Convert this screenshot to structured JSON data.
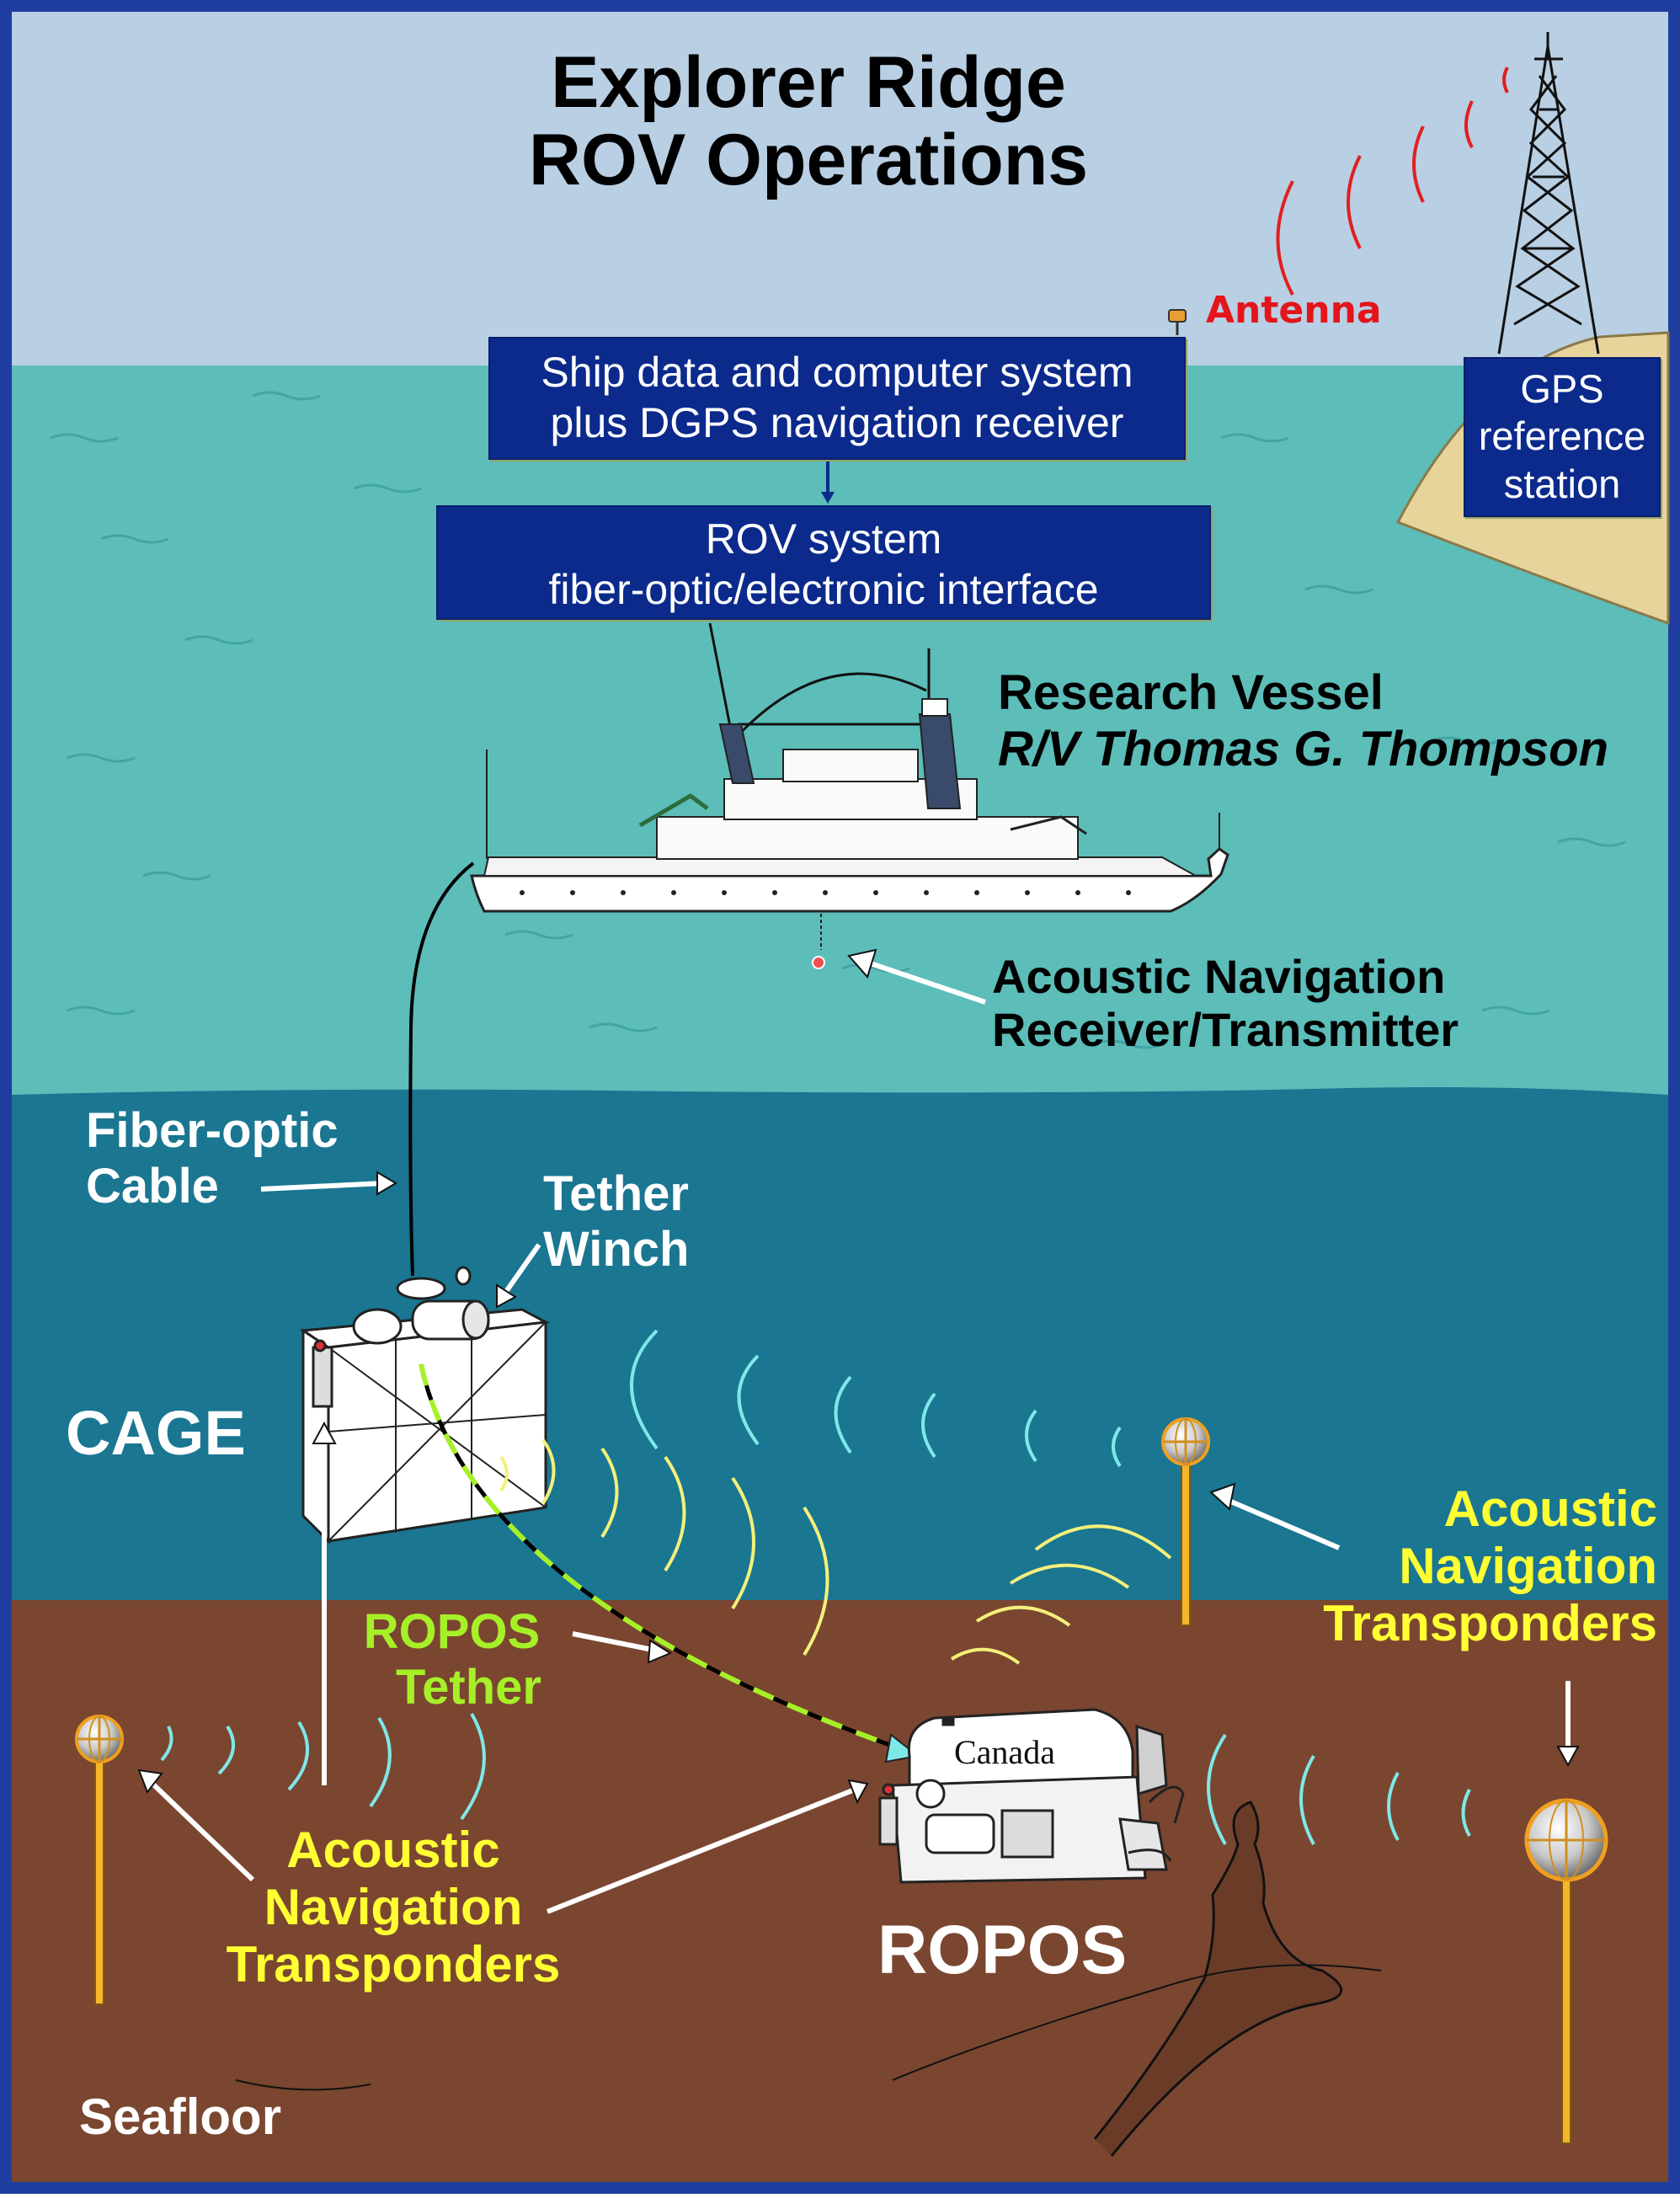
{
  "title": {
    "line1": "Explorer Ridge",
    "line2": "ROV Operations"
  },
  "antenna_label": "Antenna",
  "ship_system_box": {
    "line1": "Ship data and computer system",
    "line2": "plus DGPS navigation receiver"
  },
  "rov_interface_box": {
    "line1": "ROV system",
    "line2": "fiber-optic/electronic interface"
  },
  "gps_station_box": {
    "line1": "GPS",
    "line2": "reference",
    "line3": "station"
  },
  "vessel_label": {
    "line1": "Research Vessel",
    "line2": "R/V Thomas G. Thompson"
  },
  "acoustic_receiver_label": {
    "line1": "Acoustic Navigation",
    "line2": "Receiver/Transmitter"
  },
  "fiber_optic_label": {
    "line1": "Fiber-optic",
    "line2": "Cable"
  },
  "tether_winch_label": {
    "line1": "Tether",
    "line2": "Winch"
  },
  "cage_label": "CAGE",
  "ropos_tether_label": {
    "line1": "ROPOS",
    "line2": "Tether"
  },
  "transponders_right_label": {
    "line1": "Acoustic",
    "line2": "Navigation",
    "line3": "Transponders"
  },
  "transponders_left_label": {
    "line1": "Acoustic",
    "line2": "Navigation",
    "line3": "Transponders"
  },
  "ropos_label": "ROPOS",
  "rov_hull_text": "Canada",
  "seafloor_label": "Seafloor",
  "colors": {
    "sky": "#b9cfe3",
    "sea_surface": "#5cbdb9",
    "deep_water": "#1a7691",
    "seafloor": "#7a4630",
    "frame": "#1f3d9e",
    "box_fill": "#0b2a8c",
    "yellow_label": "#ffff33",
    "tether_green": "#a6f028",
    "signal_red": "#e02020",
    "signal_cyan": "#7ee8e8",
    "signal_yellow": "#f3f07a"
  }
}
